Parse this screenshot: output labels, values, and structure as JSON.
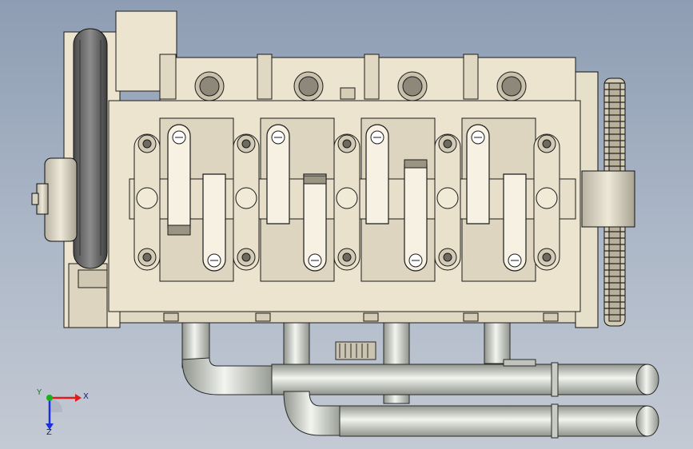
{
  "viewport": {
    "background_top": "#8e9db3",
    "background_bottom": "#c4cad4",
    "model_name": "engine-cylinder-head-assembly"
  },
  "colors": {
    "part_body": "#ece4cf",
    "part_shadow": "#bdb59f",
    "edge": "#1b1b1b",
    "pulley": "#6e6e6e",
    "pipe": "#d9dcd6",
    "pipe_shade": "#9ea39a"
  },
  "triad": {
    "x_label": "X",
    "y_label": "Y",
    "z_label": "Z",
    "x_color": "#e11b1b",
    "y_color": "#1bb01b",
    "z_color": "#1b2fe1"
  }
}
